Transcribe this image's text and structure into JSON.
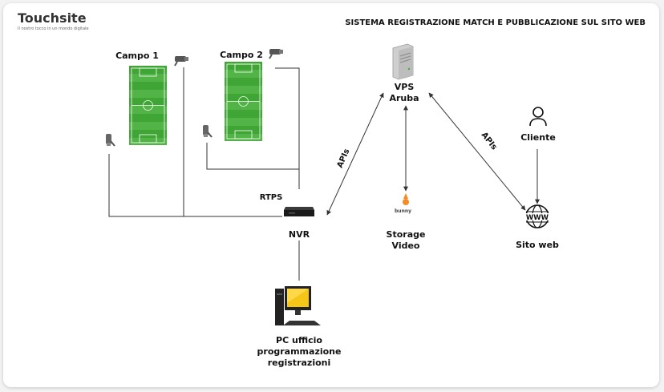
{
  "brand": {
    "name": "Touchsite",
    "tagline": "Il nostro tocco in un mondo digitale",
    "accent": "#8cc43c"
  },
  "title": "SISTEMA REGISTRAZIONE MATCH E PUBBLICAZIONE SUL SITO WEB",
  "nodes": {
    "campo1": "Campo 1",
    "campo2": "Campo 2",
    "vps_line1": "VPS",
    "vps_line2": "Aruba",
    "cliente": "Cliente",
    "nvr": "NVR",
    "rtps": "RTPS",
    "storage_line1": "Storage",
    "storage_line2": "Video",
    "bunny_logo": "bunny",
    "sito": "Sito web",
    "pc_line1": "PC ufficio",
    "pc_line2": "programmazione",
    "pc_line3": "registrazioni"
  },
  "edges": {
    "apis_left": "APIs",
    "apis_right": "APIs"
  },
  "colors": {
    "field": "#3fa535",
    "field_stripe": "#52b447",
    "monitor": "#f5c518",
    "bunny": "#f28c28"
  }
}
